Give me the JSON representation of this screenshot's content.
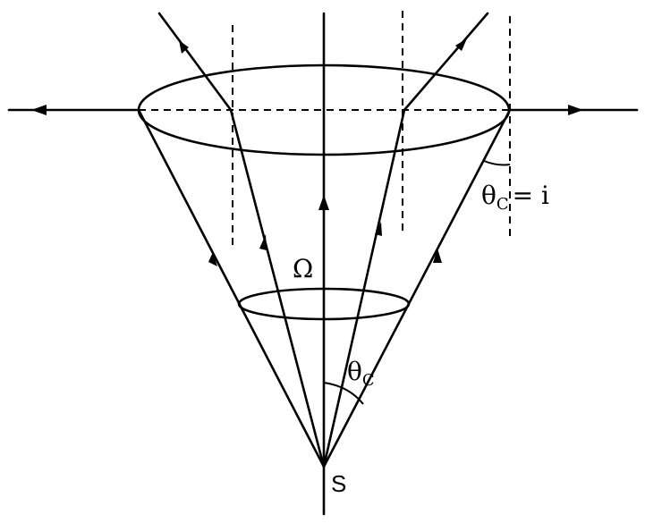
{
  "labels": {
    "solid_angle": "Ω",
    "source": "S",
    "theta_symbol": "θ",
    "theta_subscript": "C",
    "equals_i": "= i"
  }
}
